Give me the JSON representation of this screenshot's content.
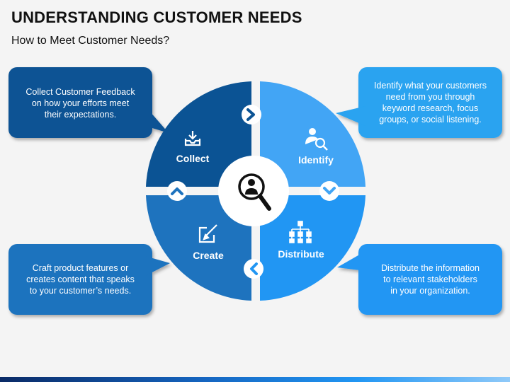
{
  "title": "UNDERSTANDING CUSTOMER NEEDS",
  "subtitle": "How to Meet Customer Needs?",
  "colors": {
    "dark_blue": "#0b5394",
    "medium_blue": "#1e73be",
    "light_blue": "#42a5f5",
    "sky_blue": "#2196f3",
    "light_callout": "#29a3f0",
    "white": "#ffffff"
  },
  "center_icon": "search-person-icon",
  "segments": [
    {
      "label": "Collect",
      "icon": "inbox-download-icon"
    },
    {
      "label": "Identify",
      "icon": "user-search-icon"
    },
    {
      "label": "Create",
      "icon": "edit-icon"
    },
    {
      "label": "Distribute",
      "icon": "hierarchy-icon"
    }
  ],
  "arrows": [
    {
      "icon": "chevron-right-icon"
    },
    {
      "icon": "chevron-down-icon"
    },
    {
      "icon": "chevron-left-icon"
    },
    {
      "icon": "chevron-up-icon"
    }
  ],
  "callouts": {
    "collect": [
      "Collect Customer Feedback",
      "on how your efforts meet",
      "their expectations."
    ],
    "identify": [
      "Identify what your customers",
      "need from you through",
      "keyword research, focus",
      "groups, or social listening."
    ],
    "create": [
      "Craft product features or",
      "creates content that speaks",
      "to your customer’s needs."
    ],
    "distribute": [
      "Distribute the information",
      "to relevant stakeholders",
      "in your organization."
    ]
  }
}
